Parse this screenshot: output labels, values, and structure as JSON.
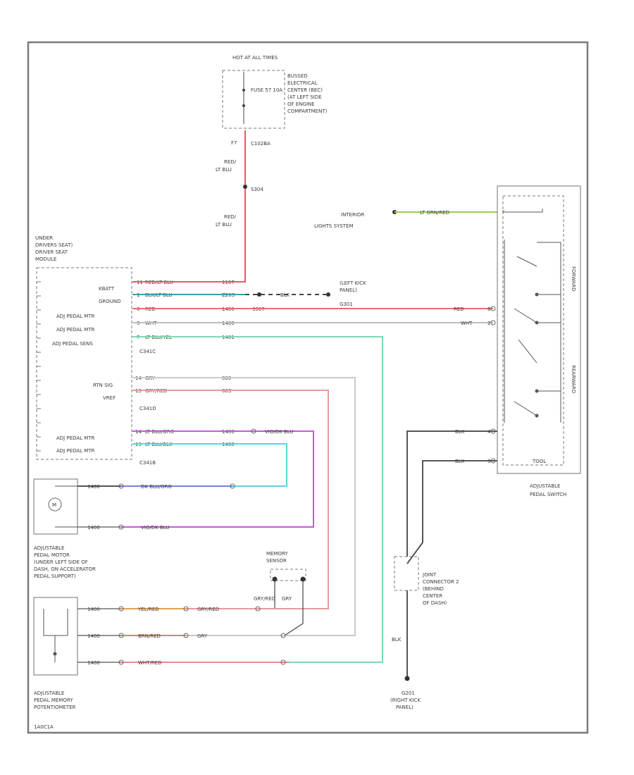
{
  "colors": {
    "red": "#e66a6a",
    "red_lt_blu": "#e6566a",
    "blk": "#555555",
    "wht": "#b9b9b9",
    "lt_blu_yel": "#6fd6a8",
    "gry": "#c9c9c9",
    "gry_red": "#e59a9a",
    "lt_grn_red": "#9ad04a",
    "violet": "#cc55dd",
    "cyan": "#5ad4e0",
    "dk_blu": "#6f86d8"
  },
  "fuse": {
    "hot_label": "HOT AT ALL TIMES",
    "fuse_label": "FUSE 57 10A",
    "center_label": [
      "BUSSED",
      "ELECTRICAL",
      "CENTER (BEC)",
      "(AT LEFT SIDE",
      "OF ENGINE",
      "COMPARTMENT)"
    ],
    "pin": "F7",
    "connector": "C102BA"
  },
  "top_wire": {
    "color1": "RED/",
    "color1b": "LT BLU",
    "splice": "S304",
    "color2": "RED/",
    "color2b": "LT BLU"
  },
  "interior": {
    "label": [
      "INTERIOR",
      "LIGHTS SYSTEM"
    ],
    "wire": "LT GRN/RED"
  },
  "under_seat": {
    "title": [
      "UNDER",
      "DRIVERS SEAT)",
      "DRIVER SEAT",
      "MODULE"
    ],
    "rows": [
      {
        "name": "KBATT",
        "pin": "11",
        "wire": "RED/LT BLU",
        "circuit": "1107"
      },
      {
        "name": "GROUND",
        "pin": "1",
        "wire": "BLK/LT BLU",
        "circuit": "Z203"
      },
      {
        "name": "ADJ PEDAL MTR",
        "pin": "6",
        "wire": "RED",
        "circuit": "1400"
      },
      {
        "name": "ADJ PEDAL MTR",
        "pin": "5",
        "wire": "WHT",
        "circuit": "1400"
      },
      {
        "name": "ADJ PEDAL SENS",
        "pin": "7",
        "wire": "LT BLU/YEL",
        "circuit": "1401"
      }
    ],
    "conn1": "C341C",
    "rows2": [
      {
        "name": "RTN SIG",
        "pin": "14",
        "wire": "GRY",
        "circuit": "800"
      },
      {
        "name": "VREF",
        "pin": "13",
        "wire": "GRY/RED",
        "circuit": "803"
      }
    ],
    "conn2": "C341D",
    "rows3": [
      {
        "name": "ADJ PEDAL MTR",
        "pin": "14",
        "wire": "LT BLU/ORG",
        "circuit": "1400"
      },
      {
        "name": "ADJ PEDAL MTR",
        "pin": "13",
        "wire": "LT BLU/BLK",
        "circuit": "1400"
      }
    ],
    "conn3": "C341B"
  },
  "kick": {
    "label": [
      "(LEFT KICK",
      "PANEL)",
      "G301"
    ],
    "wire": "BLK",
    "red_label": "S307"
  },
  "switch": {
    "title": [
      "ADJUSTABLE",
      "PEDAL SWITCH"
    ],
    "forward": "FORWARD",
    "rearward": "REARWARD",
    "wire_red": "RED",
    "wire_wht": "WHT",
    "wire_blk1": "BLK",
    "wire_blk2": "BLK",
    "pin_red": "6",
    "pin_wht": "2",
    "pin_blk1": "4",
    "pin_blk2": "3",
    "pin_top": "7",
    "extra": "TOOL"
  },
  "motor": {
    "title": [
      "ADJUSTABLE",
      "PEDAL MOTOR",
      "(UNDER LEFT SIDE OF",
      "DASH, ON ACCELERATOR",
      "PEDAL SUPPORT)"
    ],
    "symbol": "M",
    "wire1_left": "1400",
    "wire1": "DK BLU/ORG",
    "wire2_left": "1400",
    "wire2": "VIO/DK BLU"
  },
  "memory": {
    "label": [
      "MEMORY",
      "SENSOR"
    ],
    "wire_left": "GRY/RED",
    "wire_right": "GRY"
  },
  "pot": {
    "title": [
      "ADJUSTABLE",
      "PEDAL MEMORY",
      "POTENTIOMETER"
    ],
    "rows": [
      {
        "circuit": "1400",
        "wire": "YEL/RED",
        "wire2": "GRY/RED"
      },
      {
        "circuit": "1400",
        "wire": "BRN/RED",
        "wire2": "GRY"
      },
      {
        "circuit": "1400",
        "wire": "WHT/RED"
      }
    ]
  },
  "joint": {
    "label": [
      "JOINT",
      "CONNECTOR 2",
      "(BEHIND",
      "CENTER",
      "OF DASH)"
    ],
    "wire": "BLK",
    "ground": [
      "G201",
      "(RIGHT KICK",
      "PANEL)"
    ]
  },
  "footer": {
    "code": "1A0C1A"
  }
}
